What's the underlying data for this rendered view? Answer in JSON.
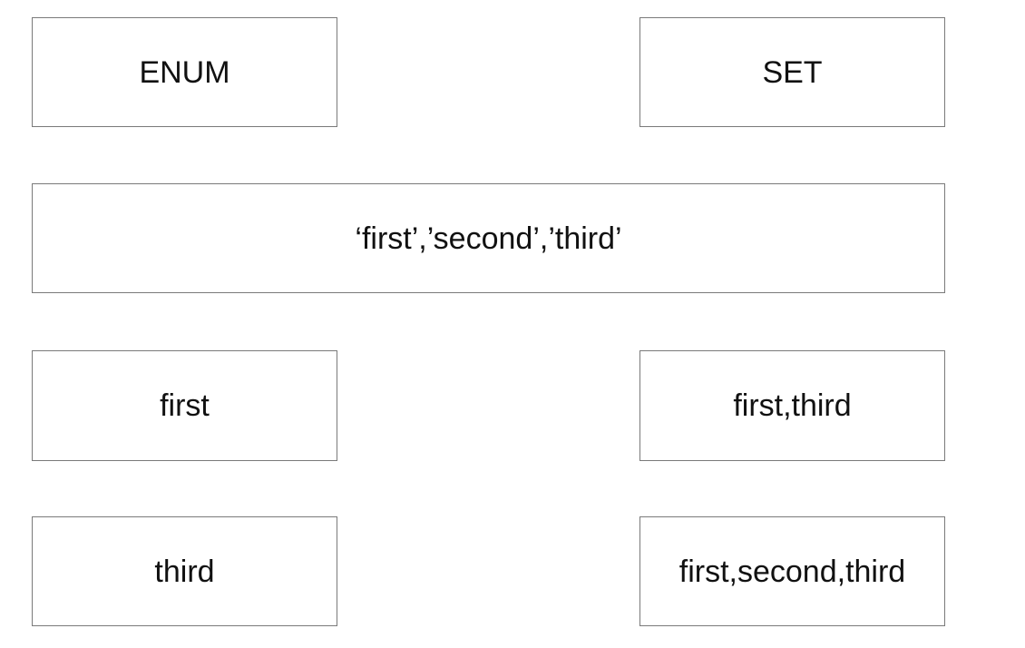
{
  "diagram": {
    "headers": {
      "enum": "ENUM",
      "set": "SET"
    },
    "definition": "‘first’,’second’,’third’",
    "examples": [
      {
        "enum": "first",
        "set": "first,third"
      },
      {
        "enum": "third",
        "set": "first,second,third"
      }
    ]
  },
  "colors": {
    "border": "#7a7a7a",
    "text": "#111111",
    "background": "#ffffff"
  }
}
